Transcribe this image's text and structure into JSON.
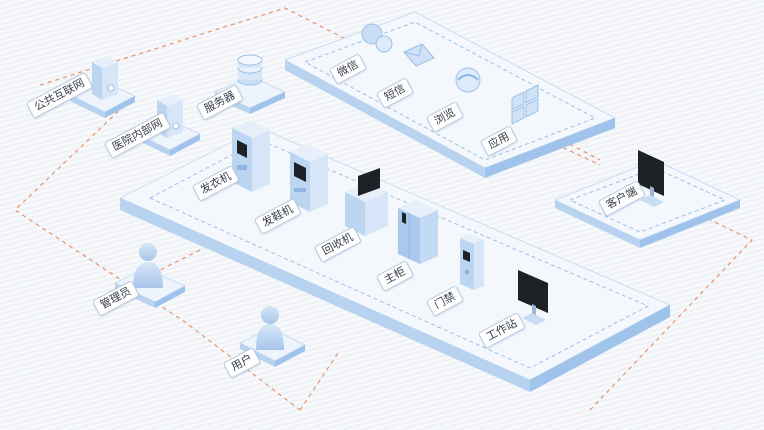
{
  "labels": {
    "public_internet": "公共互联网",
    "hospital_intranet": "医院内部网",
    "server": "服务器",
    "wechat": "微信",
    "sms": "短信",
    "browser": "浏览",
    "app": "应用",
    "client": "客户端",
    "clothes_dispenser": "发衣机",
    "shoe_dispenser": "发鞋机",
    "recycler": "回收机",
    "main_cabinet": "主柜",
    "access_control": "门禁",
    "workstation": "工作站",
    "admin": "管理员",
    "user": "用户"
  },
  "colors": {
    "platform_top": "#eef4fb",
    "platform_side": "#b8d3f0",
    "device_blue": "#cfe2f7",
    "device_blue_dark": "#a9c8ec",
    "dashed_orange": "#e6936a",
    "dashed_blue": "#9cc0e6",
    "screen_dark": "#1e2126"
  },
  "icons": [
    "server-icon",
    "chat-bubbles-icon",
    "envelope-icon",
    "browser-icon",
    "app-grid-icon",
    "monitor-icon",
    "person-icon",
    "cabinet-icon",
    "kiosk-icon"
  ]
}
